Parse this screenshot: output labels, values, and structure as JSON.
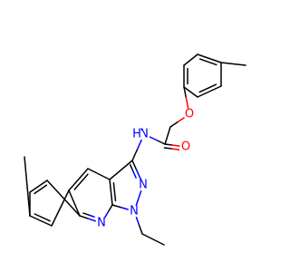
{
  "molecule": {
    "colors": {
      "carbon": "#000000",
      "nitrogen": "#0000ff",
      "oxygen": "#ff0000"
    },
    "atoms": [
      {
        "id": "a1",
        "element": "C",
        "label": ""
      },
      {
        "id": "a2",
        "element": "C",
        "label": ""
      },
      {
        "id": "a3",
        "element": "C",
        "label": ""
      },
      {
        "id": "a4",
        "element": "C",
        "label": ""
      },
      {
        "id": "a5",
        "element": "C",
        "label": ""
      },
      {
        "id": "a6",
        "element": "C",
        "label": ""
      },
      {
        "id": "a7",
        "element": "C",
        "label": ""
      },
      {
        "id": "a8",
        "element": "O",
        "label": "O"
      },
      {
        "id": "a9",
        "element": "C",
        "label": ""
      },
      {
        "id": "a10",
        "element": "C",
        "label": ""
      },
      {
        "id": "a11",
        "element": "O",
        "label": "O"
      },
      {
        "id": "a12",
        "element": "N",
        "label": "N"
      },
      {
        "id": "a12h",
        "element": "H",
        "label": "H"
      },
      {
        "id": "a13",
        "element": "C",
        "label": ""
      },
      {
        "id": "a14",
        "element": "N",
        "label": "N"
      },
      {
        "id": "a15",
        "element": "N",
        "label": "N"
      },
      {
        "id": "a16",
        "element": "C",
        "label": ""
      },
      {
        "id": "a17",
        "element": "C",
        "label": ""
      },
      {
        "id": "a18",
        "element": "C",
        "label": ""
      },
      {
        "id": "a19",
        "element": "N",
        "label": "N"
      },
      {
        "id": "a20",
        "element": "C",
        "label": ""
      },
      {
        "id": "a21",
        "element": "C",
        "label": ""
      },
      {
        "id": "a22",
        "element": "C",
        "label": ""
      },
      {
        "id": "a23",
        "element": "C",
        "label": ""
      },
      {
        "id": "a24",
        "element": "C",
        "label": ""
      },
      {
        "id": "a25",
        "element": "C",
        "label": ""
      },
      {
        "id": "a26",
        "element": "C",
        "label": ""
      },
      {
        "id": "a27",
        "element": "C",
        "label": ""
      },
      {
        "id": "a28",
        "element": "C",
        "label": ""
      }
    ],
    "bonds": [
      {
        "from": "a1",
        "to": "a2",
        "order": 1
      },
      {
        "from": "a2",
        "to": "a3",
        "order": 2
      },
      {
        "from": "a3",
        "to": "a4",
        "order": 1
      },
      {
        "from": "a4",
        "to": "a5",
        "order": 2
      },
      {
        "from": "a5",
        "to": "a6",
        "order": 1
      },
      {
        "from": "a6",
        "to": "a7",
        "order": 2
      },
      {
        "from": "a7",
        "to": "a2",
        "order": 1
      },
      {
        "from": "a5",
        "to": "a8",
        "order": 1
      },
      {
        "from": "a8",
        "to": "a9",
        "order": 1
      },
      {
        "from": "a9",
        "to": "a10",
        "order": 1
      },
      {
        "from": "a10",
        "to": "a11",
        "order": 2
      },
      {
        "from": "a10",
        "to": "a12",
        "order": 1
      },
      {
        "from": "a12",
        "to": "a13",
        "order": 1
      },
      {
        "from": "a13",
        "to": "a14",
        "order": 2
      },
      {
        "from": "a14",
        "to": "a15",
        "order": 1
      },
      {
        "from": "a15",
        "to": "a16",
        "order": 1
      },
      {
        "from": "a16",
        "to": "a17",
        "order": 2
      },
      {
        "from": "a17",
        "to": "a13",
        "order": 1
      },
      {
        "from": "a16",
        "to": "a19",
        "order": 1
      },
      {
        "from": "a19",
        "to": "a20",
        "order": 2
      },
      {
        "from": "a20",
        "to": "a21",
        "order": 1
      },
      {
        "from": "a21",
        "to": "a18",
        "order": 2
      },
      {
        "from": "a18",
        "to": "a17",
        "order": 1
      },
      {
        "from": "a20",
        "to": "a22",
        "order": 1
      },
      {
        "from": "a22",
        "to": "a23",
        "order": 2
      },
      {
        "from": "a23",
        "to": "a24",
        "order": 1
      },
      {
        "from": "a24",
        "to": "a25",
        "order": 2
      },
      {
        "from": "a25",
        "to": "a21",
        "order": 1
      },
      {
        "from": "a24",
        "to": "a26",
        "order": 1
      },
      {
        "from": "a15",
        "to": "a27",
        "order": 1
      },
      {
        "from": "a27",
        "to": "a28",
        "order": 1
      }
    ]
  }
}
